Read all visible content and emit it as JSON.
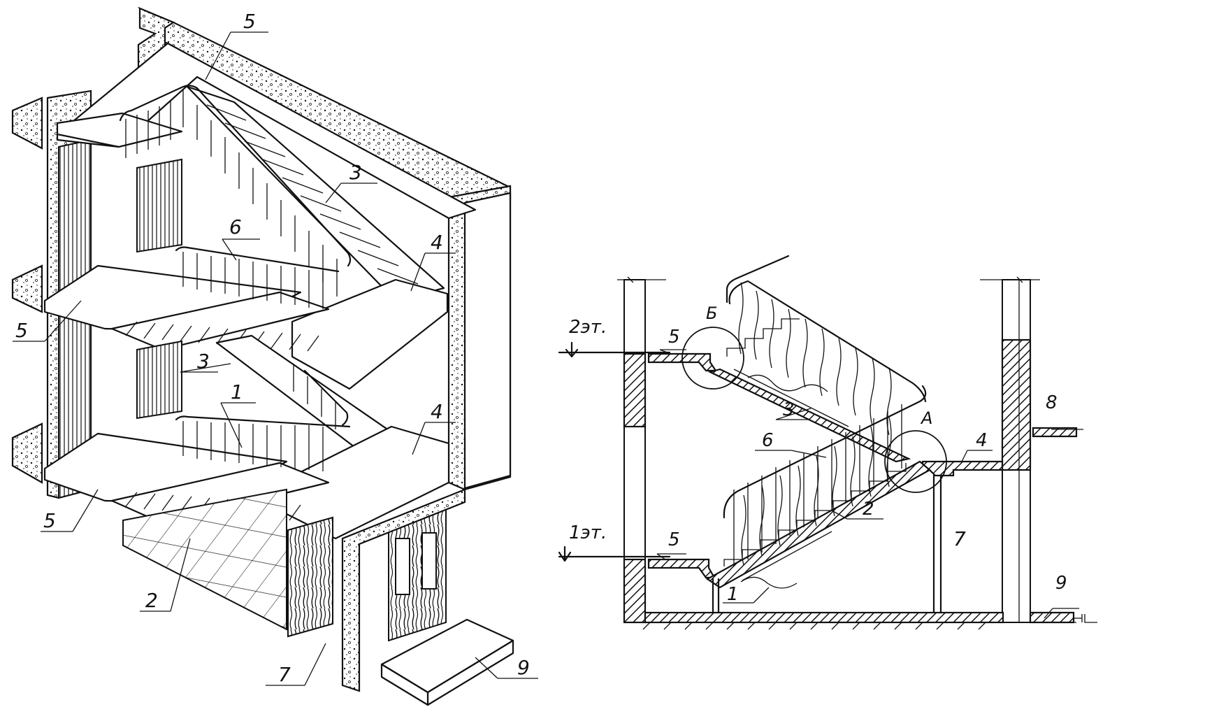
{
  "iso": {
    "callouts": [
      {
        "id": "iso-5-top",
        "text": "5"
      },
      {
        "id": "iso-3-top",
        "text": "3"
      },
      {
        "id": "iso-6",
        "text": "6"
      },
      {
        "id": "iso-4-upper",
        "text": "4"
      },
      {
        "id": "iso-5-mid",
        "text": "5"
      },
      {
        "id": "iso-3-mid",
        "text": "3"
      },
      {
        "id": "iso-1",
        "text": "1"
      },
      {
        "id": "iso-4-lower",
        "text": "4"
      },
      {
        "id": "iso-5-low",
        "text": "5"
      },
      {
        "id": "iso-2",
        "text": "2"
      },
      {
        "id": "iso-7",
        "text": "7"
      },
      {
        "id": "iso-9",
        "text": "9"
      }
    ]
  },
  "section": {
    "floor2_label": "2эт.",
    "floor1_label": "1эт.",
    "detail_a": "А",
    "detail_b": "Б",
    "callouts": [
      {
        "id": "sec-5-top",
        "text": "5"
      },
      {
        "id": "sec-3",
        "text": "3"
      },
      {
        "id": "sec-6",
        "text": "6"
      },
      {
        "id": "sec-4",
        "text": "4"
      },
      {
        "id": "sec-8",
        "text": "8"
      },
      {
        "id": "sec-2",
        "text": "2"
      },
      {
        "id": "sec-7",
        "text": "7"
      },
      {
        "id": "sec-5-low",
        "text": "5"
      },
      {
        "id": "sec-1",
        "text": "1"
      },
      {
        "id": "sec-9",
        "text": "9"
      }
    ]
  }
}
